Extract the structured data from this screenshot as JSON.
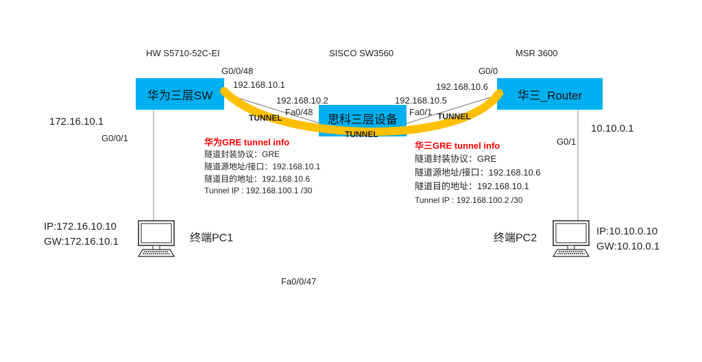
{
  "devices": {
    "huawei": {
      "model": "HW S5710-52C-EI",
      "name": "华为三层SW",
      "uplink_port": "G0/0/48",
      "uplink_ip": "192.168.10.1",
      "downlink_ip": "172.16.10.1",
      "downlink_port": "G0/0/1"
    },
    "cisco": {
      "model": "SISCO SW3560",
      "name": "思科三层设备",
      "left_ip": "192.168.10.2",
      "left_port": "Fa0/48",
      "right_ip": "192.168.10.5",
      "right_port": "Fa0/1",
      "extra_port": "Fa0/0/47"
    },
    "h3c": {
      "model": "MSR 3600",
      "name": "华三_Router",
      "uplink_port": "G0/0",
      "uplink_ip": "192.168.10.6",
      "downlink_ip": "10.10.0.1",
      "downlink_port": "G0/1"
    }
  },
  "tunnel_labels": [
    "TUNNEL",
    "TUNNEL",
    "TUNNEL"
  ],
  "huawei_info": {
    "title": "华为GRE tunnel info",
    "lines": [
      "隧道封装协议：GRE",
      "隧道源地址/接口：192.168.10.1",
      "隧道目的地址：192.168.10.6",
      "Tunnel IP : 192.168.100.1 /30"
    ]
  },
  "h3c_info": {
    "title": "华三GRE tunnel info",
    "lines": [
      "隧道封装协议：GRE",
      "隧道源地址/接口：192.168.10.6",
      "隧道目的地址：192.168.10.1",
      "Tunnel IP : 192.168.100.2 /30"
    ]
  },
  "pc1": {
    "label": "终端PC1",
    "ip": "IP:172.16.10.10",
    "gw": "GW:172.16.10.1"
  },
  "pc2": {
    "label": "终端PC2",
    "ip": "IP:10.10.0.10",
    "gw": "GW:10.10.0.1"
  },
  "colors": {
    "device": "#00B0F0",
    "tunnel": "#FFC000",
    "info_title": "#FF0000"
  }
}
